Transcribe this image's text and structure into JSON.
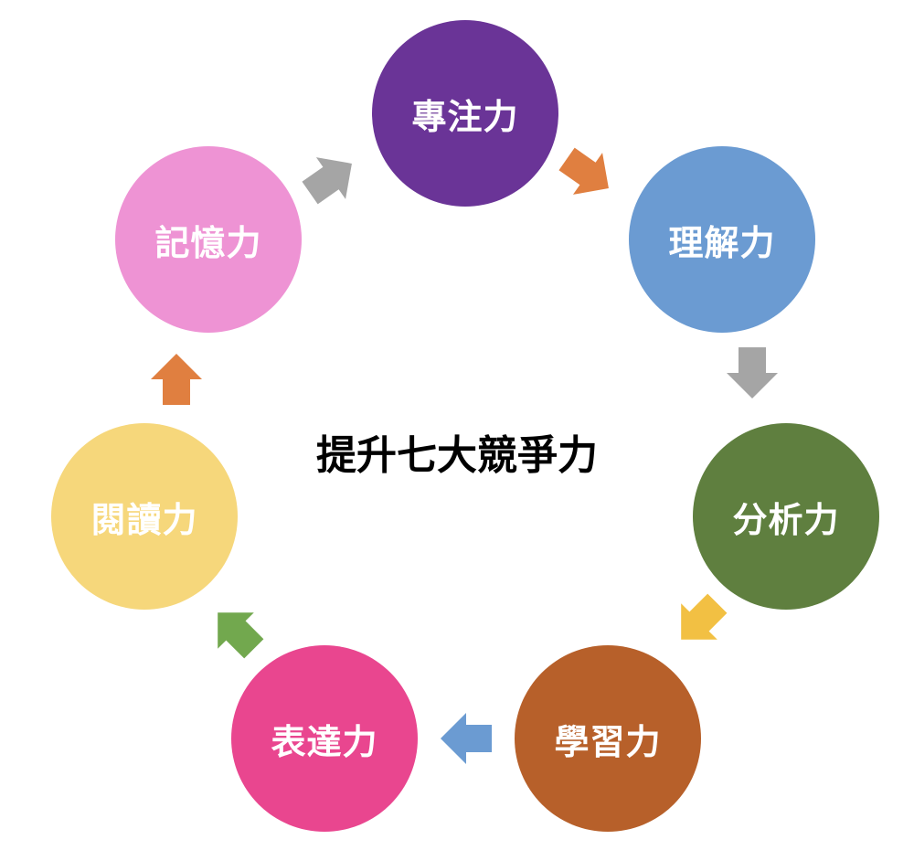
{
  "title": "提升七大競爭力",
  "nodes": [
    {
      "label": "專注力",
      "color": "#6a3497"
    },
    {
      "label": "理解力",
      "color": "#6b9bd2"
    },
    {
      "label": "分析力",
      "color": "#5f7f3f"
    },
    {
      "label": "學習力",
      "color": "#b7602a"
    },
    {
      "label": "表達力",
      "color": "#e9468f"
    },
    {
      "label": "閱讀力",
      "color": "#f6d77b"
    },
    {
      "label": "記憶力",
      "color": "#ee93d4"
    }
  ],
  "arrows": [
    {
      "from": "記憶力",
      "to": "專注力",
      "color": "#a5a5a5"
    },
    {
      "from": "專注力",
      "to": "理解力",
      "color": "#e07f40"
    },
    {
      "from": "理解力",
      "to": "分析力",
      "color": "#a5a5a5"
    },
    {
      "from": "分析力",
      "to": "學習力",
      "color": "#f2c043"
    },
    {
      "from": "學習力",
      "to": "表達力",
      "color": "#6b9bd2"
    },
    {
      "from": "表達力",
      "to": "閱讀力",
      "color": "#72a84e"
    },
    {
      "from": "閱讀力",
      "to": "記憶力",
      "color": "#e07f40"
    }
  ]
}
